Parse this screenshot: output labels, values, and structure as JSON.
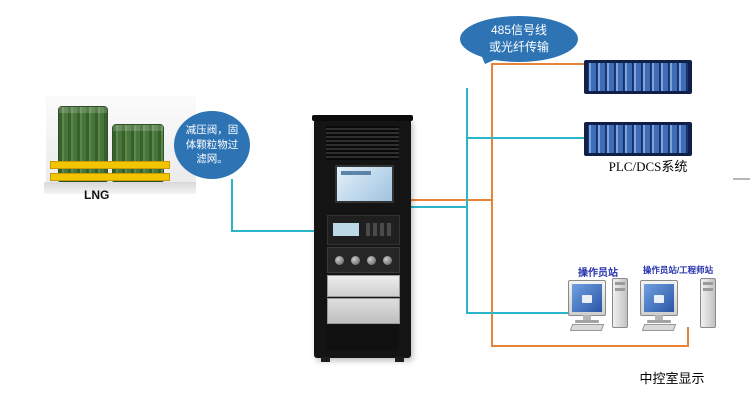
{
  "diagram": {
    "callouts": {
      "filter": {
        "lines": [
          "减压阀，固",
          "体颗粒物过",
          "滤网。"
        ]
      },
      "signal": {
        "lines": [
          "485信号线",
          "或光纤传输"
        ]
      }
    },
    "labels": {
      "lng": "LNG",
      "plc_system": "PLC/DCS系统",
      "operator_station": "操作员站",
      "operator_engineer_station": "操作员站/工程师站",
      "control_room_display": "中控室显示"
    }
  },
  "colors": {
    "callout_bg": "#2e74b5",
    "line_cyan": "#2ab5c8",
    "line_orange": "#e8833a",
    "frame_yellow": "#f2c500",
    "tank_green": "#47763a",
    "plc_navy": "#10204a",
    "plc_blue": "#3f6cb4",
    "ws_label_blue": "#2733ad"
  }
}
